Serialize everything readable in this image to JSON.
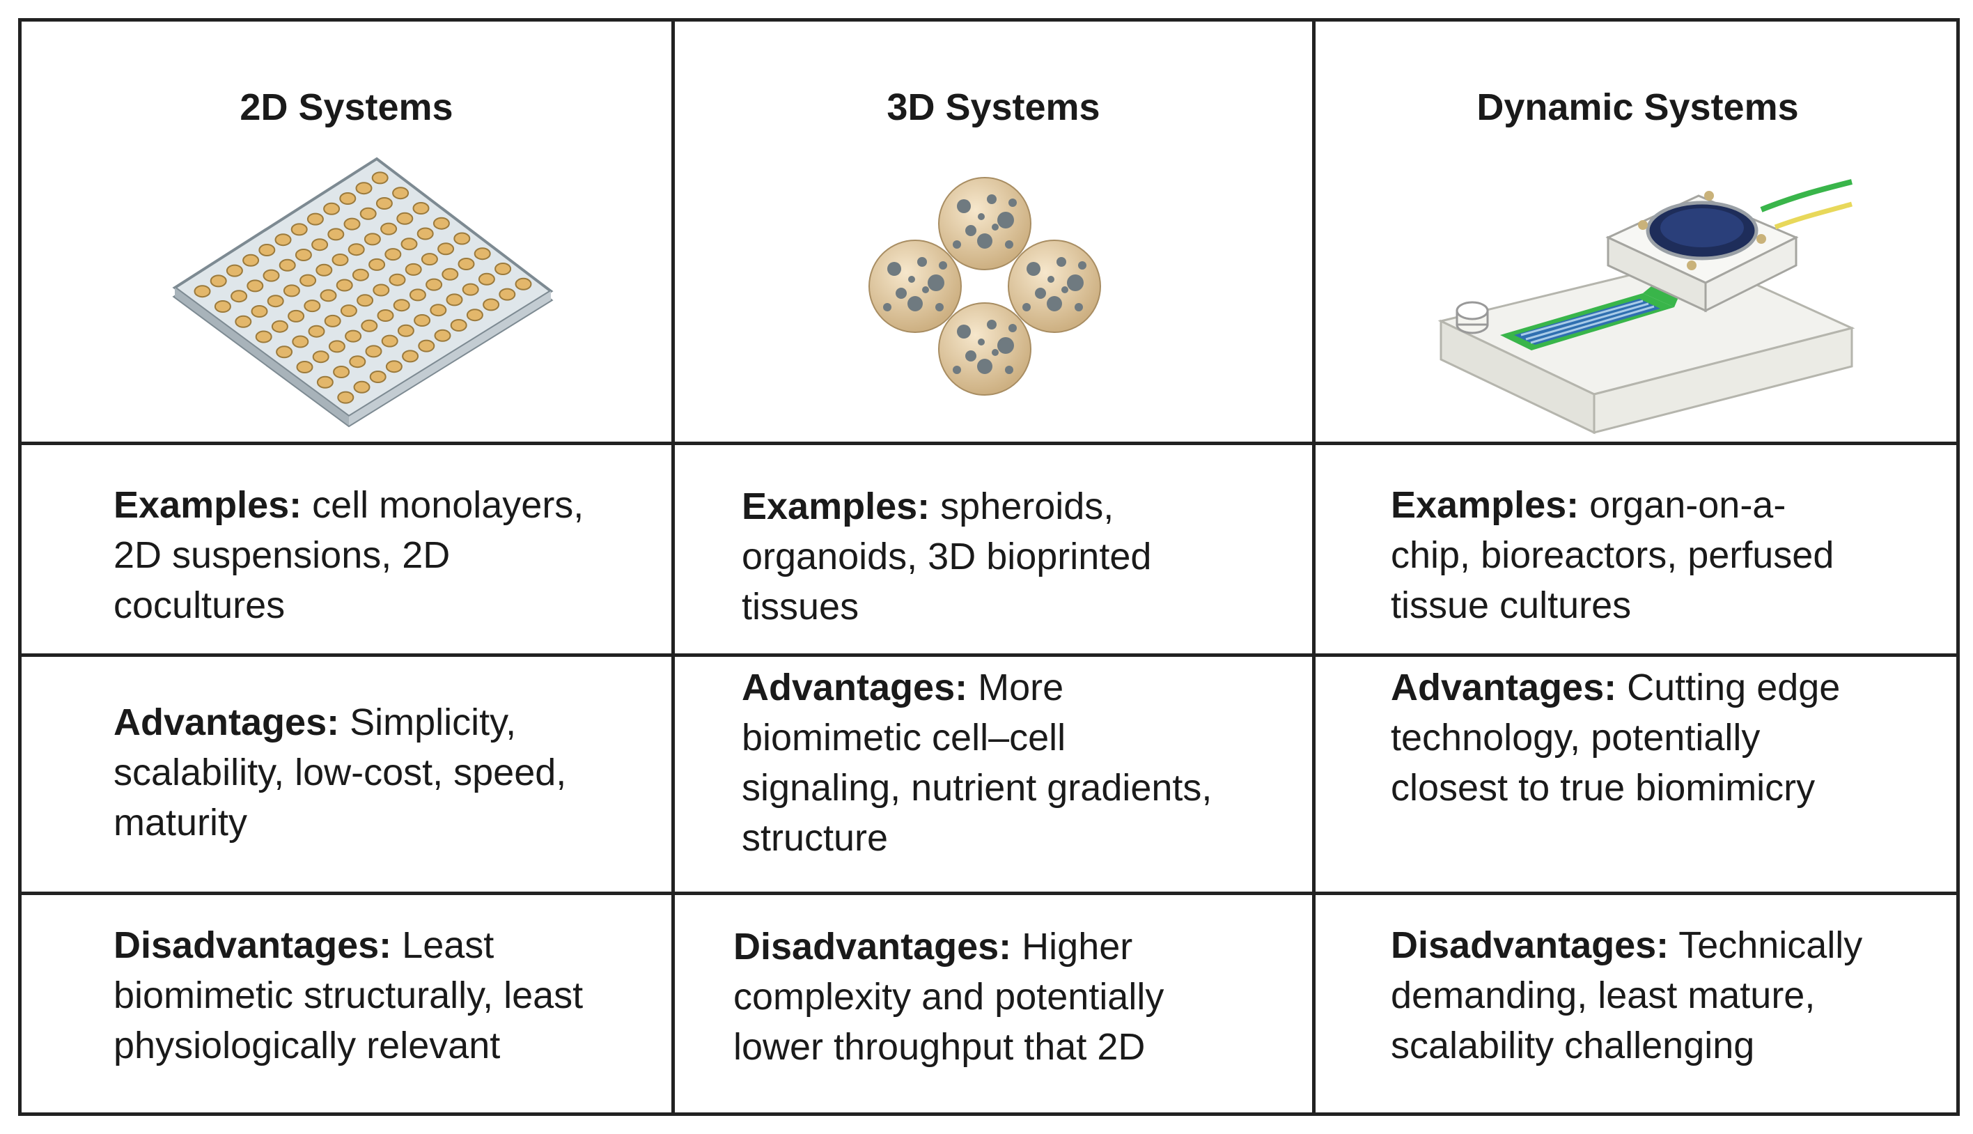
{
  "columns": [
    {
      "title": "2D Systems",
      "examples_label": "Examples:",
      "examples_lines": [
        "cell monolayers,",
        "2D suspensions, 2D",
        "cocultures"
      ],
      "advantages_label": "Advantages:",
      "advantages_lines": [
        "Simplicity,",
        "scalability, low-cost, speed,",
        "maturity"
      ],
      "disadvantages_label": "Disadvantages:",
      "disadvantages_lines": [
        "Least",
        "biomimetic structurally, least",
        "physiologically relevant"
      ]
    },
    {
      "title": "3D Systems",
      "examples_label": "Examples:",
      "examples_lines": [
        "spheroids,",
        "organoids, 3D bioprinted",
        "tissues"
      ],
      "advantages_label": "Advantages:",
      "advantages_lines": [
        "More",
        "biomimetic cell–cell",
        "signaling, nutrient gradients,",
        "structure"
      ],
      "disadvantages_label": "Disadvantages:",
      "disadvantages_lines": [
        "Higher",
        "complexity and potentially",
        "lower throughput that 2D"
      ]
    },
    {
      "title": "Dynamic Systems",
      "examples_label": "Examples:",
      "examples_lines": [
        "organ-on-a-",
        "chip, bioreactors, perfused",
        "tissue cultures"
      ],
      "advantages_label": "Advantages:",
      "advantages_lines": [
        "Cutting edge",
        "technology, potentially",
        "closest to true biomimicry"
      ],
      "disadvantages_label": "Disadvantages:",
      "disadvantages_lines": [
        "Technically",
        "demanding, least mature,",
        "scalability challenging"
      ]
    }
  ],
  "icons": [
    "well-plate-icon",
    "spheroids-icon",
    "organ-on-chip-icon"
  ],
  "colors": {
    "border": "#222222",
    "well_fill": "#e3b76b",
    "plate": "#cfd8de",
    "sphere": "#e9d3ad",
    "sphere_dot": "#6f7a80",
    "chip_green": "#39b54a",
    "chip_blue": "#2f6fb0",
    "chip_dark": "#1e2d5a"
  }
}
